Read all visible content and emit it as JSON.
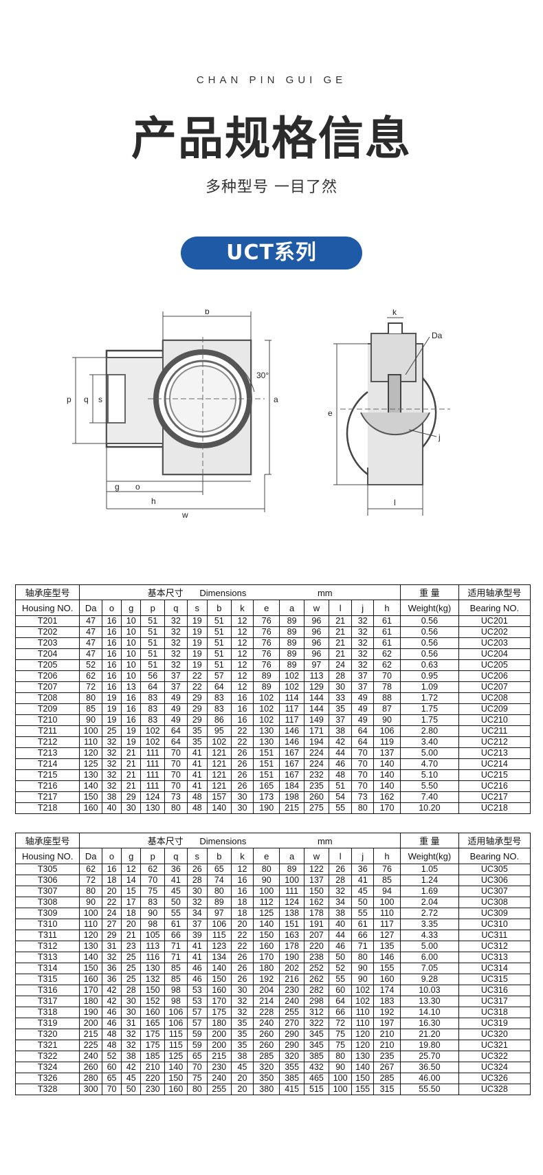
{
  "header": {
    "pinyin": "CHAN PIN GUI GE",
    "title": "产品规格信息",
    "subtitle": "多种型号 一目了然",
    "series_label": "UCT系列"
  },
  "diagram_labels": {
    "b": "b",
    "p": "p",
    "q": "q",
    "s": "s",
    "a": "a",
    "angle": "30°",
    "g": "g",
    "o": "o",
    "h": "h",
    "w": "w",
    "k": "k",
    "Da": "Da",
    "e": "e",
    "j": "j",
    "l": "l"
  },
  "table_headers": {
    "housing_cn": "轴承座型号",
    "housing_en": "Housing NO.",
    "dims_cn": "基本尺寸",
    "dims_en": "Dimensions",
    "dims_unit": "mm",
    "weight_cn": "重 量",
    "weight_en": "Weight(kg)",
    "bearing_cn": "适用轴承型号",
    "bearing_en": "Bearing NO.",
    "columns": [
      "Da",
      "o",
      "g",
      "p",
      "q",
      "s",
      "b",
      "k",
      "e",
      "a",
      "w",
      "l",
      "j",
      "h"
    ]
  },
  "table1": [
    [
      "T201",
      "47",
      "16",
      "10",
      "51",
      "32",
      "19",
      "51",
      "12",
      "76",
      "89",
      "96",
      "21",
      "32",
      "61",
      "0.56",
      "UC201"
    ],
    [
      "T202",
      "47",
      "16",
      "10",
      "51",
      "32",
      "19",
      "51",
      "12",
      "76",
      "89",
      "96",
      "21",
      "32",
      "61",
      "0.56",
      "UC202"
    ],
    [
      "T203",
      "47",
      "16",
      "10",
      "51",
      "32",
      "19",
      "51",
      "12",
      "76",
      "89",
      "96",
      "21",
      "32",
      "61",
      "0.56",
      "UC203"
    ],
    [
      "T204",
      "47",
      "16",
      "10",
      "51",
      "32",
      "19",
      "51",
      "12",
      "76",
      "89",
      "96",
      "21",
      "32",
      "62",
      "0.56",
      "UC204"
    ],
    [
      "T205",
      "52",
      "16",
      "10",
      "51",
      "32",
      "19",
      "51",
      "12",
      "76",
      "89",
      "97",
      "24",
      "32",
      "62",
      "0.63",
      "UC205"
    ],
    [
      "T206",
      "62",
      "16",
      "10",
      "56",
      "37",
      "22",
      "57",
      "12",
      "89",
      "102",
      "113",
      "28",
      "37",
      "70",
      "0.95",
      "UC206"
    ],
    [
      "T207",
      "72",
      "16",
      "13",
      "64",
      "37",
      "22",
      "64",
      "12",
      "89",
      "102",
      "129",
      "30",
      "37",
      "78",
      "1.09",
      "UC207"
    ],
    [
      "T208",
      "80",
      "19",
      "16",
      "83",
      "49",
      "29",
      "83",
      "16",
      "102",
      "114",
      "144",
      "33",
      "49",
      "88",
      "1.72",
      "UC208"
    ],
    [
      "T209",
      "85",
      "19",
      "16",
      "83",
      "49",
      "29",
      "83",
      "16",
      "102",
      "117",
      "144",
      "35",
      "49",
      "87",
      "1.75",
      "UC209"
    ],
    [
      "T210",
      "90",
      "19",
      "16",
      "83",
      "49",
      "29",
      "86",
      "16",
      "102",
      "117",
      "149",
      "37",
      "49",
      "90",
      "1.75",
      "UC210"
    ],
    [
      "T211",
      "100",
      "25",
      "19",
      "102",
      "64",
      "35",
      "95",
      "22",
      "130",
      "146",
      "171",
      "38",
      "64",
      "106",
      "2.80",
      "UC211"
    ],
    [
      "T212",
      "110",
      "32",
      "19",
      "102",
      "64",
      "35",
      "102",
      "22",
      "130",
      "146",
      "194",
      "42",
      "64",
      "119",
      "3.40",
      "UC212"
    ],
    [
      "T213",
      "120",
      "32",
      "21",
      "111",
      "70",
      "41",
      "121",
      "26",
      "151",
      "167",
      "224",
      "44",
      "70",
      "137",
      "5.00",
      "UC213"
    ],
    [
      "T214",
      "125",
      "32",
      "21",
      "111",
      "70",
      "41",
      "121",
      "26",
      "151",
      "167",
      "224",
      "46",
      "70",
      "140",
      "4.70",
      "UC214"
    ],
    [
      "T215",
      "130",
      "32",
      "21",
      "111",
      "70",
      "41",
      "121",
      "26",
      "151",
      "167",
      "232",
      "48",
      "70",
      "140",
      "5.10",
      "UC215"
    ],
    [
      "T216",
      "140",
      "32",
      "21",
      "111",
      "70",
      "41",
      "121",
      "26",
      "165",
      "184",
      "235",
      "51",
      "70",
      "140",
      "5.50",
      "UC216"
    ],
    [
      "T217",
      "150",
      "38",
      "29",
      "124",
      "73",
      "48",
      "157",
      "30",
      "173",
      "198",
      "260",
      "54",
      "73",
      "162",
      "7.40",
      "UC217"
    ],
    [
      "T218",
      "160",
      "40",
      "30",
      "130",
      "80",
      "48",
      "140",
      "30",
      "190",
      "215",
      "275",
      "55",
      "80",
      "170",
      "10.20",
      "UC218"
    ]
  ],
  "table2": [
    [
      "T305",
      "62",
      "16",
      "12",
      "62",
      "36",
      "26",
      "65",
      "12",
      "80",
      "89",
      "122",
      "26",
      "36",
      "76",
      "1.05",
      "UC305"
    ],
    [
      "T306",
      "72",
      "18",
      "14",
      "70",
      "41",
      "28",
      "74",
      "16",
      "90",
      "100",
      "137",
      "28",
      "41",
      "85",
      "1.24",
      "UC306"
    ],
    [
      "T307",
      "80",
      "20",
      "15",
      "75",
      "45",
      "30",
      "80",
      "16",
      "100",
      "111",
      "150",
      "32",
      "45",
      "94",
      "1.69",
      "UC307"
    ],
    [
      "T308",
      "90",
      "22",
      "17",
      "83",
      "50",
      "32",
      "89",
      "18",
      "112",
      "124",
      "162",
      "34",
      "50",
      "100",
      "2.04",
      "UC308"
    ],
    [
      "T309",
      "100",
      "24",
      "18",
      "90",
      "55",
      "34",
      "97",
      "18",
      "125",
      "138",
      "178",
      "38",
      "55",
      "110",
      "2.72",
      "UC309"
    ],
    [
      "T310",
      "110",
      "27",
      "20",
      "98",
      "61",
      "37",
      "106",
      "20",
      "140",
      "151",
      "191",
      "40",
      "61",
      "117",
      "3.35",
      "UC310"
    ],
    [
      "T311",
      "120",
      "29",
      "21",
      "105",
      "66",
      "39",
      "115",
      "22",
      "150",
      "163",
      "207",
      "44",
      "66",
      "127",
      "4.33",
      "UC311"
    ],
    [
      "T312",
      "130",
      "31",
      "23",
      "113",
      "71",
      "41",
      "123",
      "22",
      "160",
      "178",
      "220",
      "46",
      "71",
      "135",
      "5.00",
      "UC312"
    ],
    [
      "T313",
      "140",
      "32",
      "25",
      "116",
      "71",
      "41",
      "134",
      "26",
      "170",
      "190",
      "238",
      "50",
      "80",
      "146",
      "6.00",
      "UC313"
    ],
    [
      "T314",
      "150",
      "36",
      "25",
      "130",
      "85",
      "46",
      "140",
      "26",
      "180",
      "202",
      "252",
      "52",
      "90",
      "155",
      "7.05",
      "UC314"
    ],
    [
      "T315",
      "160",
      "36",
      "25",
      "132",
      "85",
      "46",
      "150",
      "26",
      "192",
      "216",
      "262",
      "55",
      "90",
      "160",
      "9.28",
      "UC315"
    ],
    [
      "T316",
      "170",
      "42",
      "28",
      "150",
      "98",
      "53",
      "160",
      "30",
      "204",
      "230",
      "282",
      "60",
      "102",
      "174",
      "10.03",
      "UC316"
    ],
    [
      "T317",
      "180",
      "42",
      "30",
      "152",
      "98",
      "53",
      "170",
      "32",
      "214",
      "240",
      "298",
      "64",
      "102",
      "183",
      "13.30",
      "UC317"
    ],
    [
      "T318",
      "190",
      "46",
      "30",
      "160",
      "106",
      "57",
      "175",
      "32",
      "228",
      "255",
      "312",
      "66",
      "110",
      "192",
      "14.10",
      "UC318"
    ],
    [
      "T319",
      "200",
      "46",
      "31",
      "165",
      "106",
      "57",
      "180",
      "35",
      "240",
      "270",
      "322",
      "72",
      "110",
      "197",
      "16.30",
      "UC319"
    ],
    [
      "T320",
      "215",
      "48",
      "32",
      "175",
      "115",
      "59",
      "200",
      "35",
      "260",
      "290",
      "345",
      "75",
      "120",
      "210",
      "21.20",
      "UC320"
    ],
    [
      "T321",
      "225",
      "48",
      "32",
      "175",
      "115",
      "59",
      "200",
      "35",
      "260",
      "290",
      "345",
      "75",
      "120",
      "210",
      "19.80",
      "UC321"
    ],
    [
      "T322",
      "240",
      "52",
      "38",
      "185",
      "125",
      "65",
      "215",
      "38",
      "285",
      "320",
      "385",
      "80",
      "130",
      "235",
      "25.70",
      "UC322"
    ],
    [
      "T324",
      "260",
      "60",
      "42",
      "210",
      "140",
      "70",
      "230",
      "45",
      "320",
      "355",
      "432",
      "90",
      "140",
      "267",
      "36.50",
      "UC324"
    ],
    [
      "T326",
      "280",
      "65",
      "45",
      "220",
      "150",
      "75",
      "240",
      "20",
      "350",
      "385",
      "465",
      "100",
      "150",
      "285",
      "46.00",
      "UC326"
    ],
    [
      "T328",
      "300",
      "70",
      "50",
      "230",
      "160",
      "80",
      "255",
      "20",
      "380",
      "415",
      "515",
      "100",
      "155",
      "315",
      "55.50",
      "UC328"
    ]
  ]
}
